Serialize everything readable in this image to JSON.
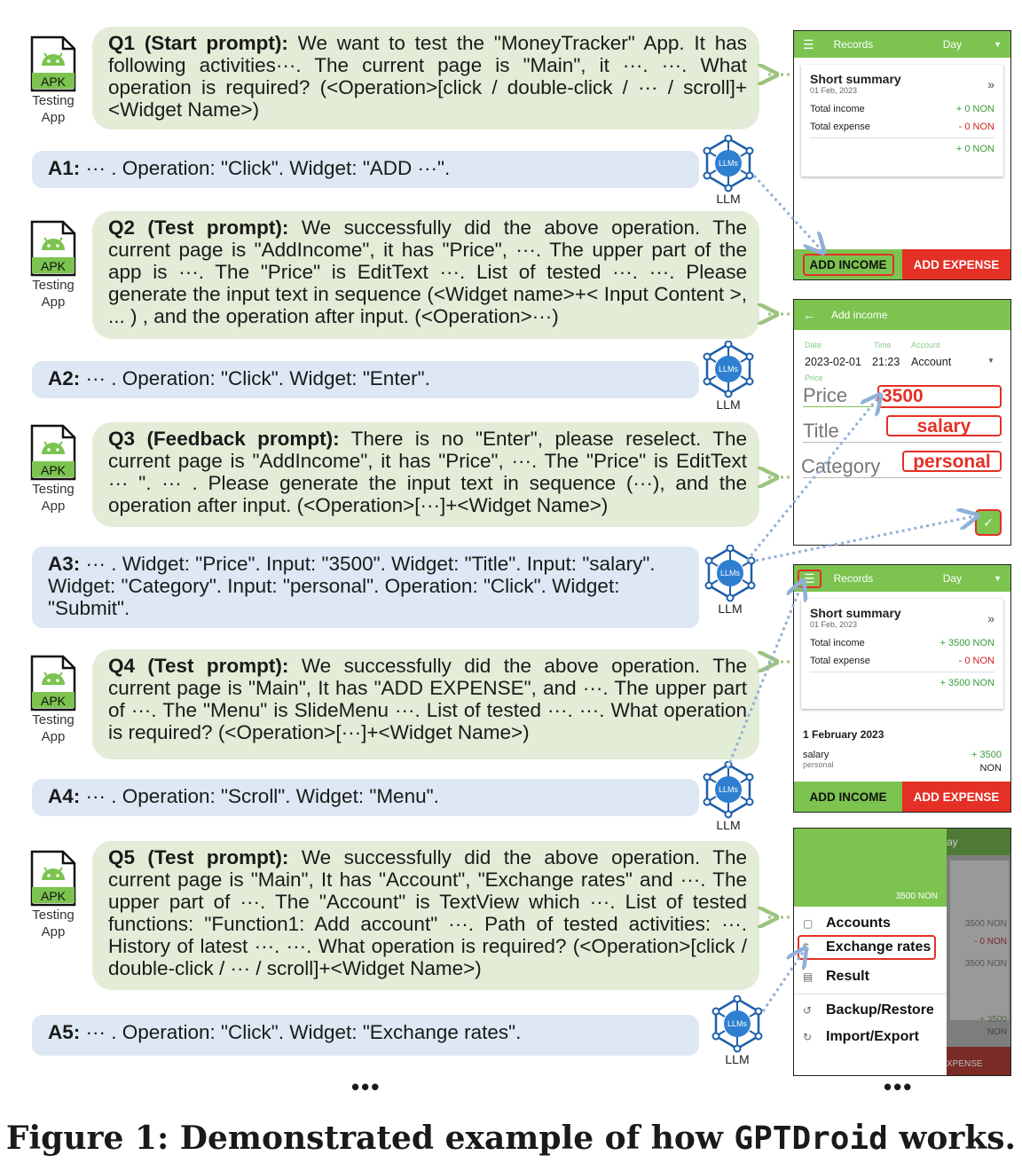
{
  "testing_app": {
    "badge": "APK",
    "label_line1": "Testing",
    "label_line2": "App"
  },
  "llm": {
    "badge": "LLMs",
    "label": "LLM"
  },
  "q1": {
    "title": "Q1 (Start prompt):",
    "text": " We want to test the \"MoneyTracker\" App. It has following activities···. The current page is \"Main\", it ···. ···. What operation is required? (<Operation>[click / double-click / ··· / scroll]+<Widget Name>)"
  },
  "a1": {
    "title": "A1:",
    "text": " ··· . Operation: \"Click\". Widget: \"ADD ···\"."
  },
  "q2": {
    "title": "Q2 (Test prompt):",
    "text": " We successfully did the above operation. The current page is \"AddIncome\", it has \"Price\", ···. The upper part of the app is ···. The \"Price\" is EditText ···. List of tested ···. ···. Please generate the input text in sequence (<Widget name>+< Input Content >, ... ) , and the operation after input. (<Operation>···)"
  },
  "a2": {
    "title": "A2:",
    "text": " ··· .  Operation: \"Click\". Widget: \"Enter\"."
  },
  "q3": {
    "title": "Q3 (Feedback prompt):",
    "text": " There is no \"Enter\", please reselect. The current page is \"AddIncome\", it has \"Price\", ···. The \"Price\" is EditText ··· \". ··· . Please generate the input text in sequence (···), and the operation after input. (<Operation>[···]+<Widget Name>)"
  },
  "a3": {
    "title": "A3:",
    "text": " ··· . Widget: \"Price\". Input: \"3500\". Widget: \"Title\". Input: \"salary\". Widget: \"Category\". Input: \"personal\". Operation: \"Click\". Widget: \"Submit\"."
  },
  "q4": {
    "title": "Q4 (Test prompt):",
    "text": " We successfully did the above operation. The current page is \"Main\", It has \"ADD EXPENSE\", and ···. The upper part of  ···. The \"Menu\" is SlideMenu ···. List of tested ···. ···. What operation is required? (<Operation>[···]+<Widget Name>)"
  },
  "a4": {
    "title": "A4:",
    "text": " ··· . Operation: \"Scroll\". Widget: \"Menu\"."
  },
  "q5": {
    "title": "Q5 (Test prompt):",
    "text": " We successfully did the above operation. The current page is \"Main\", It has \"Account\", \"Exchange rates\" and ···. The upper part of ···. The \"Account\" is TextView which ···. List of tested functions: \"Function1: Add account\" ···. Path of tested activities: ···. History of latest ···. ···. What operation is required? (<Operation>[click / double-click / ··· / scroll]+<Widget Name>)"
  },
  "a5": {
    "title": "A5:",
    "text": " ··· . Operation: \"Click\". Widget: \"Exchange rates\"."
  },
  "screen1": {
    "bar_title": "Records",
    "bar_day": "Day",
    "summary_title": "Short summary",
    "summary_date": "01 Feb, 2023",
    "income_label": "Total income",
    "income_value": "+ 0 NON",
    "expense_label": "Total expense",
    "expense_value": "- 0 NON",
    "total_value": "+ 0 NON",
    "btn_income": "ADD INCOME",
    "btn_expense": "ADD EXPENSE"
  },
  "screen2": {
    "bar_title": "Add income",
    "date_label": "Date",
    "time_label": "Time",
    "account_label": "Account",
    "date_value": "2023-02-01",
    "time_value": "21:23",
    "account_value": "Account",
    "price_small": "Price",
    "price_label": "Price",
    "price_input": "3500",
    "title_label": "Title",
    "title_input": "salary",
    "category_label": "Category",
    "category_input": "personal"
  },
  "screen3": {
    "bar_title": "Records",
    "bar_day": "Day",
    "summary_title": "Short summary",
    "summary_date": "01 Feb, 2023",
    "income_label": "Total income",
    "income_value": "+ 3500 NON",
    "expense_label": "Total expense",
    "expense_value": "- 0 NON",
    "total_value": "+ 3500 NON",
    "day_heading": "1 February 2023",
    "entry_title": "salary",
    "entry_category": "personal",
    "entry_amount": "+ 3500",
    "entry_currency": "NON",
    "btn_income": "ADD INCOME",
    "btn_expense": "ADD EXPENSE"
  },
  "screen4": {
    "drawer_balance": "3500 NON",
    "menu": [
      "Accounts",
      "Exchange rates",
      "Result",
      "Backup/Restore",
      "Import/Export"
    ],
    "bg_day": "ay",
    "bg_values": [
      "3500 NON",
      "- 0 NON",
      "3500 NON",
      "+ 3500",
      "NON",
      "XPENSE"
    ]
  },
  "ellipsis": "•••",
  "caption": {
    "prefix": "Figure 1: Demonstrated example of how ",
    "name": "GPTDroid",
    "suffix": " works."
  },
  "colors": {
    "question_bubble": "#e3ecd6",
    "answer_bubble": "#dde8f4",
    "app_green": "#7cc350",
    "app_red": "#e43025",
    "llm_blue": "#2f7fd0"
  }
}
